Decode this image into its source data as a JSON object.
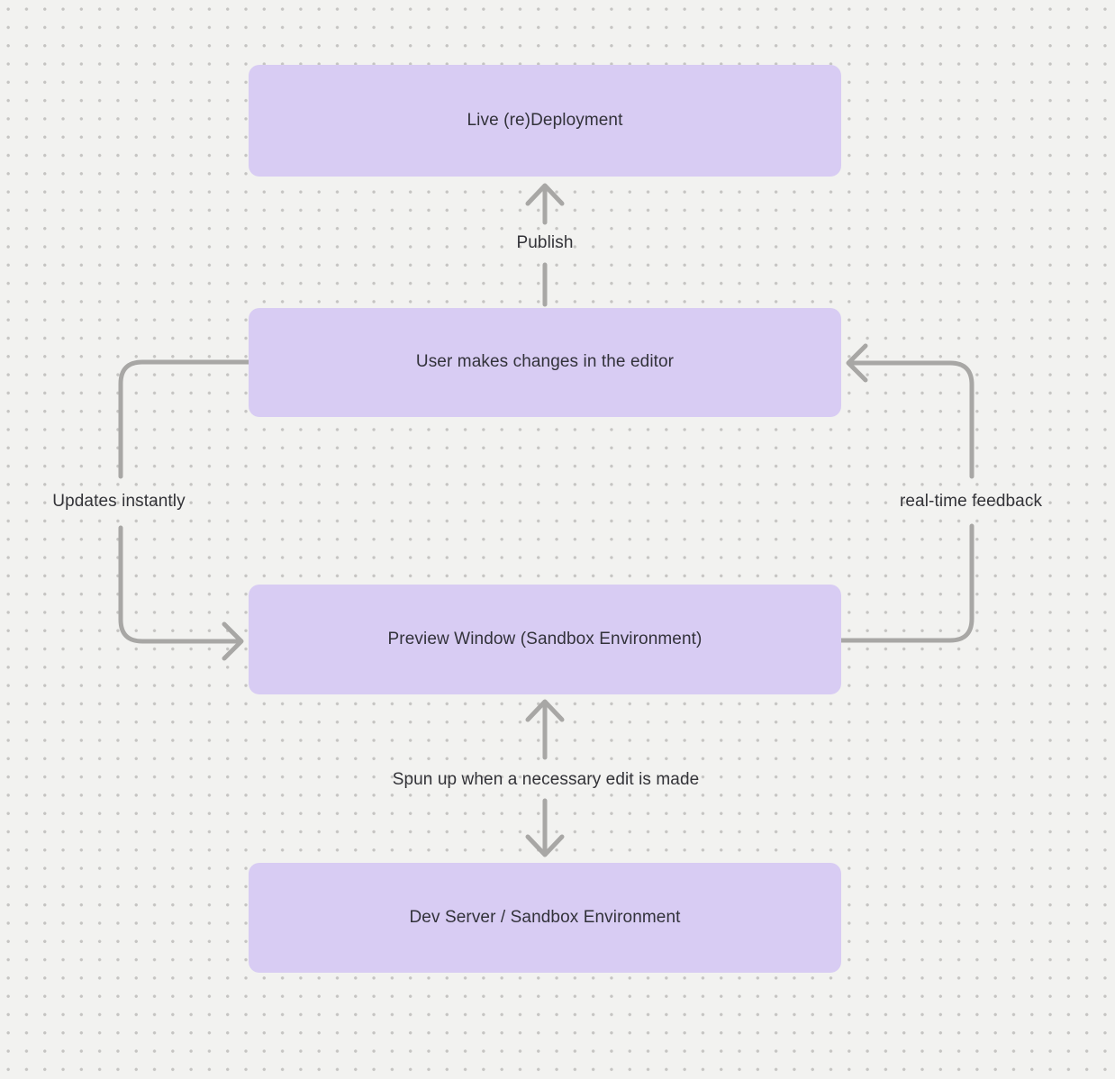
{
  "diagram": {
    "nodes": [
      {
        "id": "live-deployment",
        "label": "Live (re)Deployment"
      },
      {
        "id": "editor-changes",
        "label": "User makes changes in the editor"
      },
      {
        "id": "preview-window",
        "label": "Preview Window (Sandbox Environment)"
      },
      {
        "id": "dev-server",
        "label": "Dev Server / Sandbox Environment"
      }
    ],
    "edges": [
      {
        "id": "publish",
        "label": "Publish",
        "from": "editor-changes",
        "to": "live-deployment",
        "bidirectional": false
      },
      {
        "id": "updates-instantly",
        "label": "Updates instantly",
        "from": "editor-changes",
        "to": "preview-window",
        "bidirectional": false
      },
      {
        "id": "real-time-feedback",
        "label": "real-time feedback",
        "from": "preview-window",
        "to": "editor-changes",
        "bidirectional": false
      },
      {
        "id": "spun-up",
        "label": "Spun up when a necessary edit is made",
        "from": "preview-window",
        "to": "dev-server",
        "bidirectional": true
      }
    ],
    "colors": {
      "background": "#f2f2f0",
      "grid_dot": "#c5c4c2",
      "node_fill": "#d8ccf3",
      "node_text": "#32323a",
      "edge_stroke": "#a8a7a5",
      "label_text": "#333338"
    }
  }
}
